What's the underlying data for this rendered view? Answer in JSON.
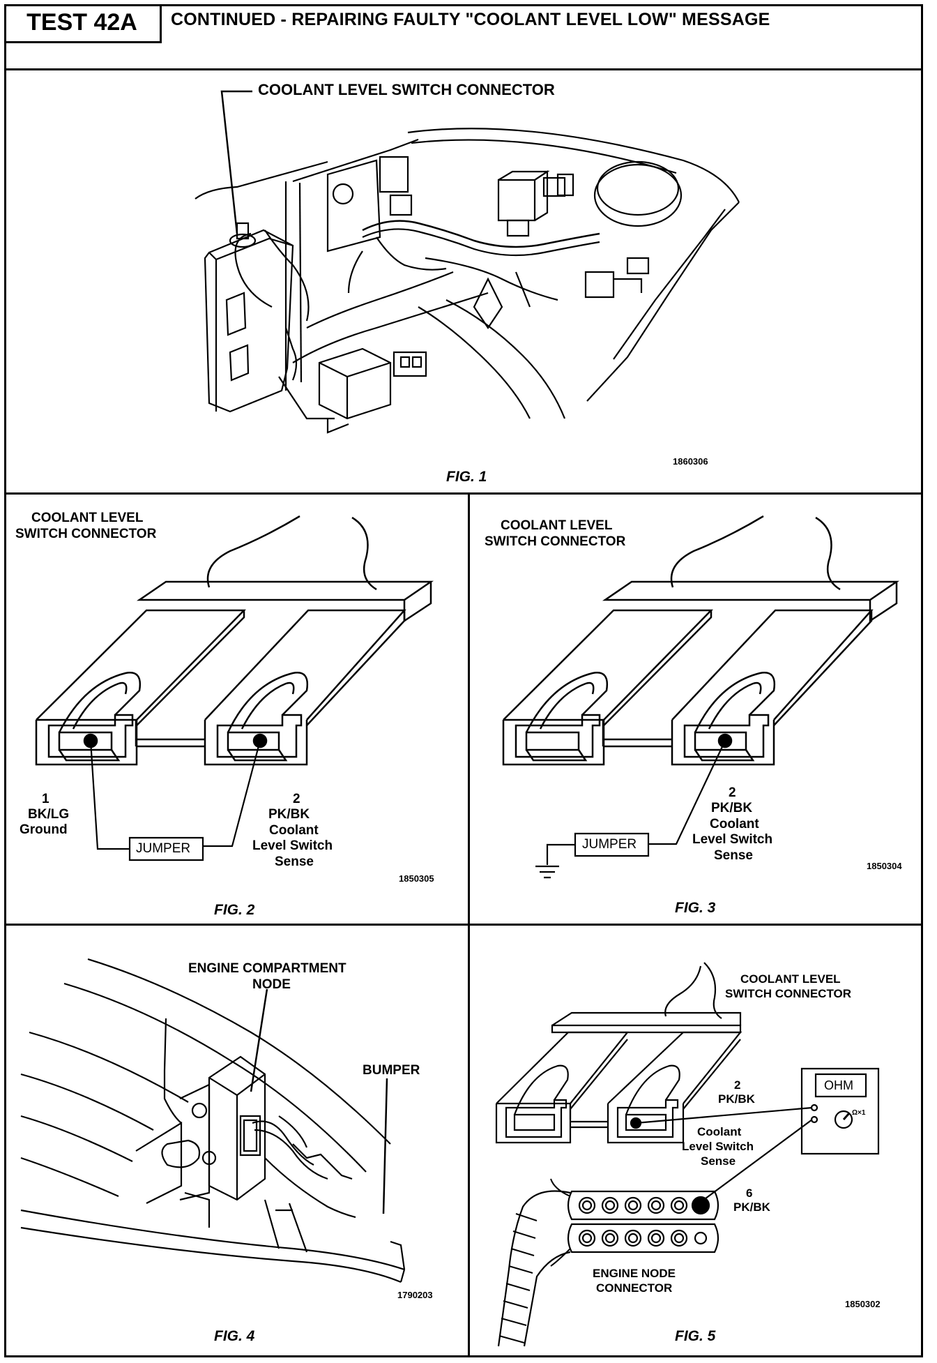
{
  "header": {
    "test_label": "TEST 42A",
    "title": "CONTINUED - REPAIRING FAULTY \"COOLANT LEVEL LOW\" MESSAGE"
  },
  "fig1": {
    "callout": "COOLANT LEVEL SWITCH CONNECTOR",
    "code": "1860306",
    "caption": "FIG. 1"
  },
  "fig2": {
    "title_line1": "COOLANT LEVEL",
    "title_line2": "SWITCH CONNECTOR",
    "pin1": [
      "1",
      "BK/LG",
      "Ground"
    ],
    "pin2": [
      "2",
      "PK/BK",
      "Coolant",
      "Level Switch",
      "Sense"
    ],
    "jumper": "JUMPER",
    "code": "1850305",
    "caption": "FIG. 2"
  },
  "fig3": {
    "title_line1": "COOLANT LEVEL",
    "title_line2": "SWITCH CONNECTOR",
    "pin2": [
      "2",
      "PK/BK",
      "Coolant",
      "Level Switch",
      "Sense"
    ],
    "jumper": "JUMPER",
    "code": "1850304",
    "caption": "FIG. 3"
  },
  "fig4": {
    "node_line1": "ENGINE COMPARTMENT",
    "node_line2": "NODE",
    "bumper": "BUMPER",
    "code": "1790203",
    "caption": "FIG. 4"
  },
  "fig5": {
    "title_line1": "COOLANT LEVEL",
    "title_line2": "SWITCH CONNECTOR",
    "pin2_line1": "2",
    "pin2_line2": "PK/BK",
    "sense": [
      "Coolant",
      "Level Switch",
      "Sense"
    ],
    "meter": "OHM",
    "meter_range": "Ω×1",
    "pin6_line1": "6",
    "pin6_line2": "PK/BK",
    "node_line1": "ENGINE NODE",
    "node_line2": "CONNECTOR",
    "code": "1850302",
    "caption": "FIG. 5"
  }
}
